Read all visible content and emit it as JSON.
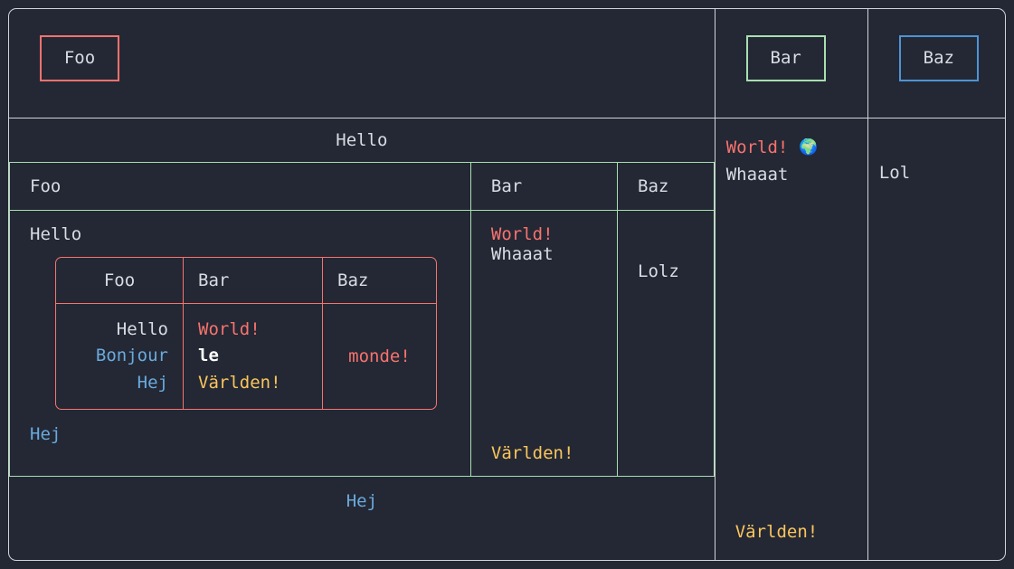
{
  "colors": {
    "background": "#232834",
    "outer_border": "#d0d4da",
    "middle_border": "#a8dfb0",
    "inner_border": "#f8726e",
    "text_default": "#d8dce3",
    "text_red": "#f8726e",
    "text_blue": "#6aaade",
    "text_yellow": "#fbc55c",
    "text_bold_white": "#ffffff",
    "box_red": "#f8726e",
    "box_green": "#a8dfb0",
    "box_blue": "#4f93d6"
  },
  "outer_table": {
    "header_row": {
      "col_a_label": "Foo",
      "col_b_label": "Bar",
      "col_c_label": "Baz"
    },
    "body_row": {
      "col_b": {
        "line1": "World!",
        "emoji": "🌍",
        "emoji_name": "globe-europe-africa-emoji",
        "line2": "Whaaat",
        "bottom": "Världen!"
      },
      "col_c": {
        "line1": "Lol"
      }
    }
  },
  "middle_table": {
    "caption_top": "Hello",
    "caption_bottom": "Hej",
    "headers": [
      "Foo",
      "Bar",
      "Baz"
    ],
    "foo_cell": {
      "top": "Hello",
      "bottom": "Hej"
    },
    "bar_cell": {
      "line1": "World!",
      "line2": "Whaaat",
      "bottom": "Världen!"
    },
    "baz_cell": {
      "text": "Lolz"
    }
  },
  "inner_table": {
    "headers": [
      "Foo",
      "Bar",
      "Baz"
    ],
    "row": {
      "foo": [
        "Hello",
        "Bonjour",
        "Hej"
      ],
      "bar": [
        "World!",
        "le",
        "Världen!"
      ],
      "baz": "monde!"
    }
  }
}
